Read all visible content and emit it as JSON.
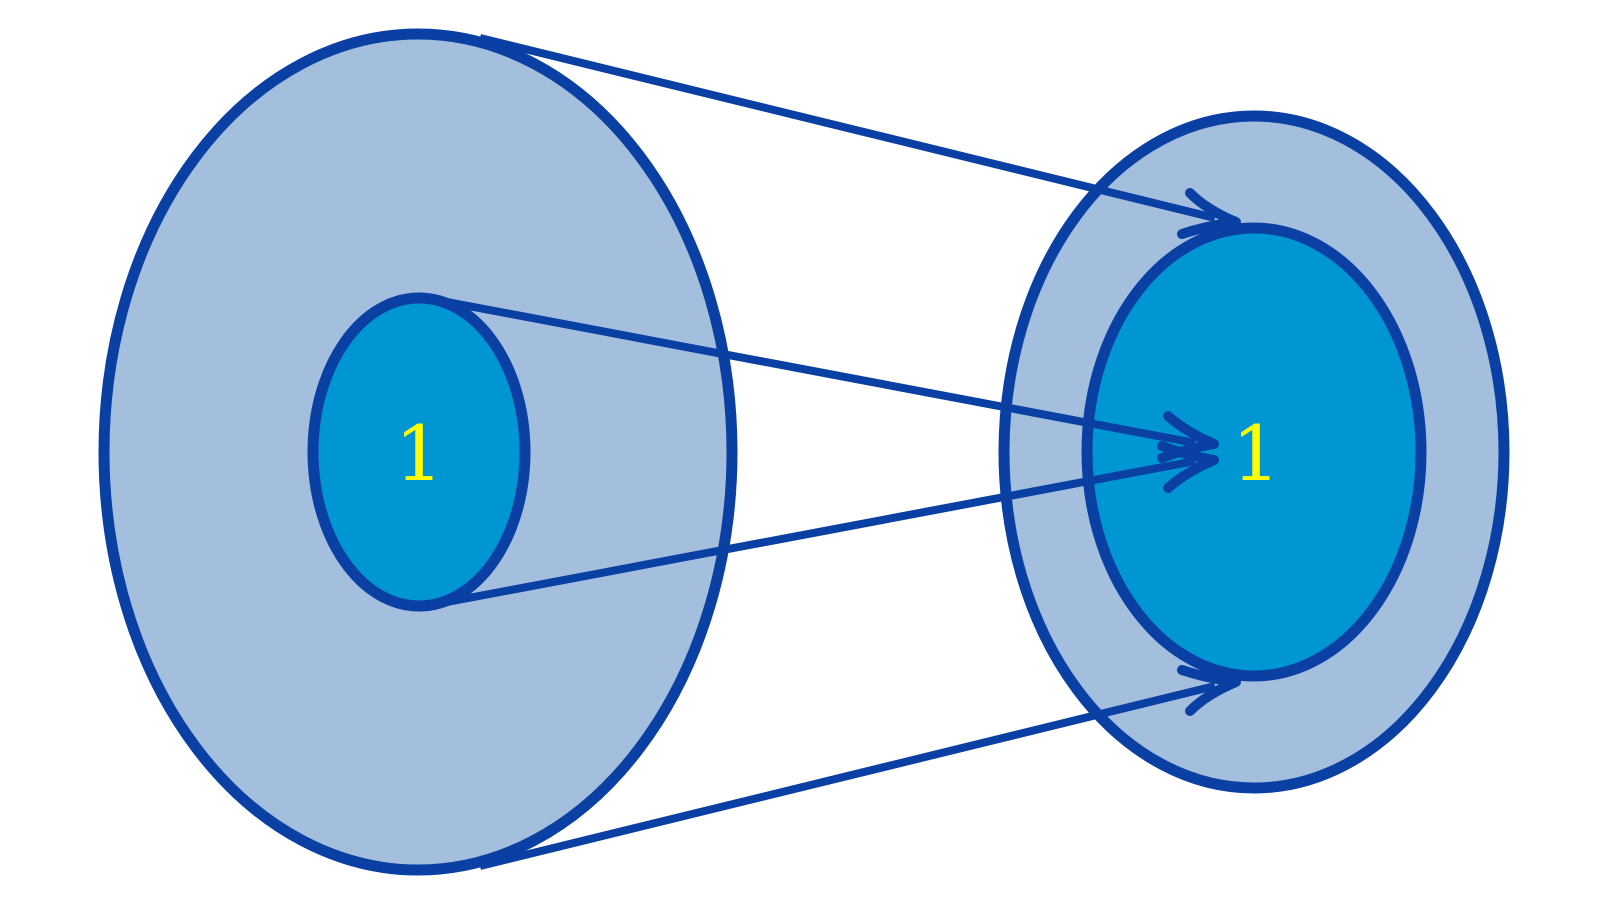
{
  "colors": {
    "outline": "#0a3fa3",
    "outer_fill": "#a3bfdd",
    "inner_fill": "#0096d3",
    "label": "#ffff00",
    "background": "#ffffff"
  },
  "diagram": {
    "left_set": {
      "inner_label": "1"
    },
    "right_set": {
      "inner_label": "1"
    },
    "arrows": [
      {
        "from": "left-outer-top",
        "to": "right-inner-top"
      },
      {
        "from": "left-inner-top",
        "to": "right-inner-label"
      },
      {
        "from": "left-inner-bottom",
        "to": "right-inner-label"
      },
      {
        "from": "left-outer-bottom",
        "to": "right-inner-bottom"
      }
    ]
  }
}
